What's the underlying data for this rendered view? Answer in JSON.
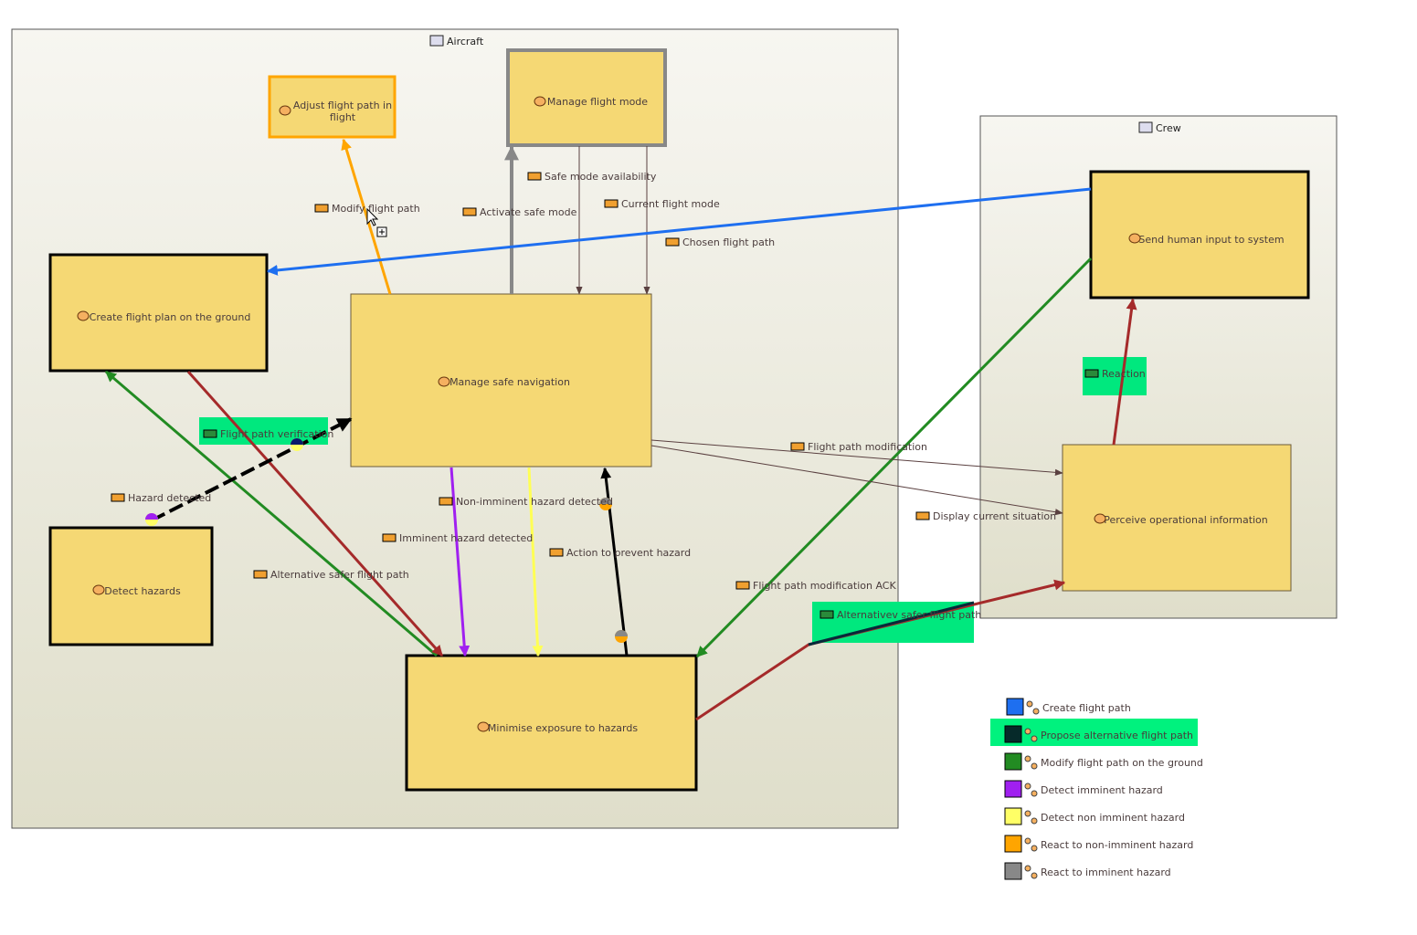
{
  "containers": {
    "aircraft": "Aircraft",
    "crew": "Crew"
  },
  "activities": {
    "adjust": [
      "Adjust flight path in",
      "flight"
    ],
    "manage_mode": "Manage flight mode",
    "create_plan": "Create flight plan on the ground",
    "safe_nav": "Manage safe navigation",
    "detect": "Detect hazards",
    "minimise": "Minimise exposure to hazards",
    "send_input": "Send human input to system",
    "perceive": "Perceive operational information"
  },
  "exchanges": {
    "modify": "Modify flight path",
    "activate": "Activate safe mode",
    "safe_avail": "Safe mode availability",
    "current_mode": "Current flight mode",
    "chosen": "Chosen flight path",
    "verification": "Flight path verification",
    "hazard": "Hazard detected",
    "nonimminent": "Non-imminent hazard detected",
    "imminent": "Imminent hazard detected",
    "action": "Action to prevent hazard",
    "alt_safer": "Alternative safer flight path",
    "fp_mod": "Flight path modification",
    "display": "Display current situation",
    "fp_ack": "Flight path modification ACK",
    "altv": "Alternativev safer flight path",
    "reaction": "Reaction"
  },
  "legend": [
    {
      "label": "Create flight path",
      "color": "#1e6ff0"
    },
    {
      "label": "Propose alternative flight path",
      "color": "#062a2a",
      "highlighted": true
    },
    {
      "label": "Modify flight path on the ground",
      "color": "#228b22"
    },
    {
      "label": "Detect imminent hazard",
      "color": "#a020f0"
    },
    {
      "label": "Detect non imminent hazard",
      "color": "#ffff66"
    },
    {
      "label": "React to non-imminent hazard",
      "color": "#ffa500"
    },
    {
      "label": "React to imminent hazard",
      "color": "#888888"
    }
  ],
  "colors": {
    "activity_fill": "#f5d874",
    "highlight": "#00e87e",
    "dark_red": "#a52a2a"
  }
}
